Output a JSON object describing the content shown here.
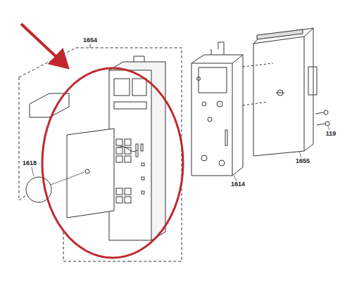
{
  "diagram": {
    "labels": [
      "1654",
      "1618",
      "1614",
      "1655",
      "119"
    ]
  }
}
